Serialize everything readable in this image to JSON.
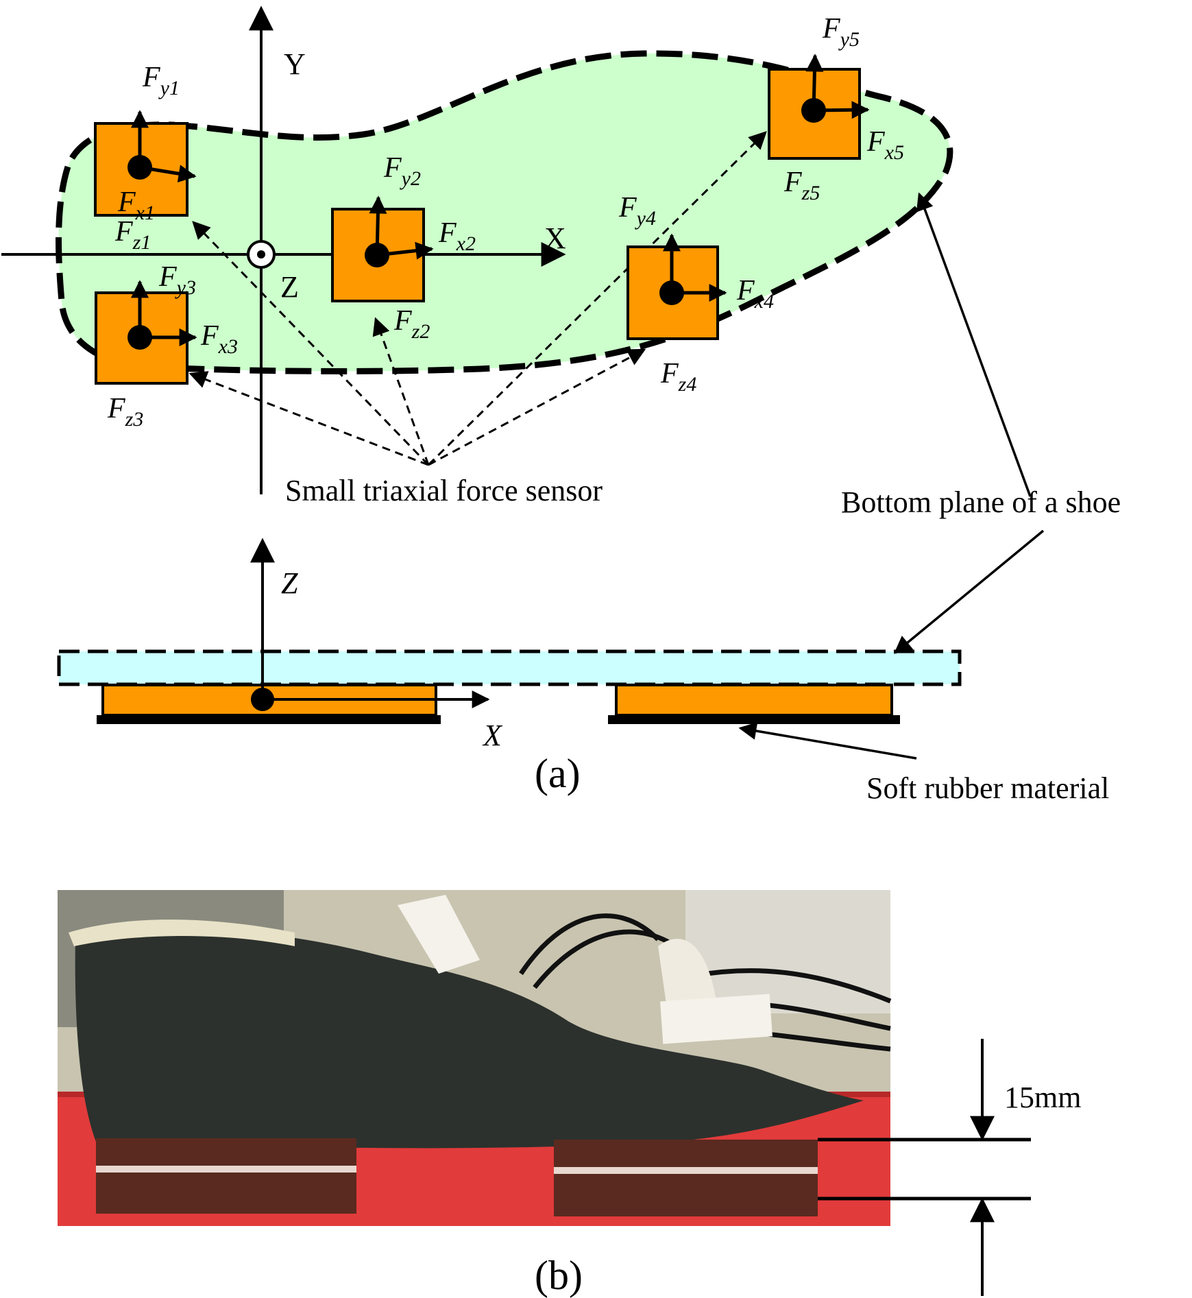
{
  "axes_top": {
    "x": "X",
    "y": "Y",
    "z": "Z"
  },
  "axes_bottom": {
    "x": "X",
    "z": "Z"
  },
  "sensors": [
    {
      "id": "1",
      "fx": "F",
      "fx_sub": "x1",
      "fy": "F",
      "fy_sub": "y1",
      "fz": "F",
      "fz_sub": "z1"
    },
    {
      "id": "2",
      "fx": "F",
      "fx_sub": "x2",
      "fy": "F",
      "fy_sub": "y2",
      "fz": "F",
      "fz_sub": "z2"
    },
    {
      "id": "3",
      "fx": "F",
      "fx_sub": "x3",
      "fy": "F",
      "fy_sub": "y3",
      "fz": "F",
      "fz_sub": "z3"
    },
    {
      "id": "4",
      "fx": "F",
      "fx_sub": "x4",
      "fy": "F",
      "fy_sub": "y4",
      "fz": "F",
      "fz_sub": "z4"
    },
    {
      "id": "5",
      "fx": "F",
      "fx_sub": "x5",
      "fy": "F",
      "fy_sub": "y5",
      "fz": "F",
      "fz_sub": "z5"
    }
  ],
  "labels": {
    "sensor_caption": "Small triaxial force sensor",
    "shoe_bottom": "Bottom plane of a shoe",
    "rubber": "Soft rubber material",
    "panel_a": "(a)",
    "panel_b": "(b)",
    "thickness": "15mm"
  },
  "colors": {
    "sole_fill": "#ccffcc",
    "sensor_fill": "#ff9900",
    "plate_fill": "#ccffff",
    "rubber_fill": "#000000",
    "photo_bg": "#c8c4b0",
    "photo_floor": "#e23b3b",
    "shoe_body": "#2c312d"
  }
}
